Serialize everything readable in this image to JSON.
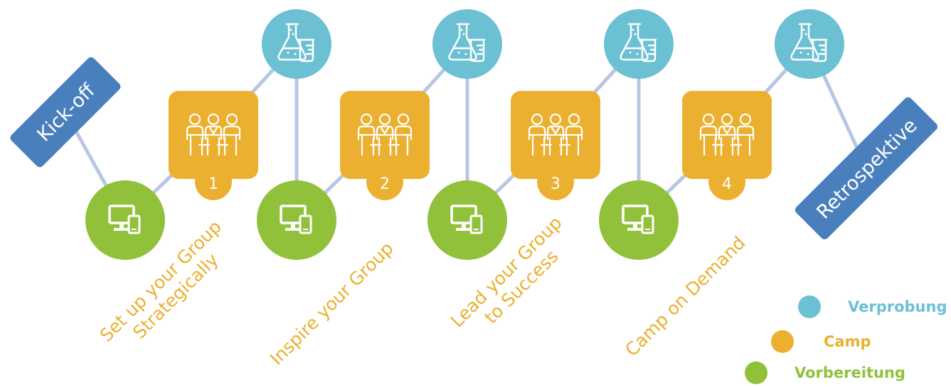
{
  "colors": {
    "verprobung": "#6cc0d4",
    "camp": "#ebb030",
    "vorbereitung": "#91c13b",
    "milestone": "#4a7fbd",
    "connector": "#b9c6e3",
    "step_label": "#ebb030"
  },
  "milestones": {
    "start": {
      "label": "Kick-off"
    },
    "end": {
      "label": "Retrospektive"
    }
  },
  "camps": [
    {
      "number": "1",
      "title_lines": [
        "Set up your Group",
        "Strategically"
      ],
      "icon": "meeting-icon"
    },
    {
      "number": "2",
      "title_lines": [
        "Inspire your Group"
      ],
      "icon": "meeting-icon"
    },
    {
      "number": "3",
      "title_lines": [
        "Lead your Group",
        "to Success"
      ],
      "icon": "meeting-icon"
    },
    {
      "number": "4",
      "title_lines": [
        "Camp on Demand"
      ],
      "icon": "meeting-icon"
    }
  ],
  "icons": {
    "verprobung": "flask-beaker-icon",
    "vorbereitung": "monitor-phone-icon"
  },
  "legend": [
    {
      "key": "verprobung",
      "label": "Verprobung"
    },
    {
      "key": "camp",
      "label": "Camp"
    },
    {
      "key": "vorbereitung",
      "label": "Vorbereitung"
    }
  ]
}
